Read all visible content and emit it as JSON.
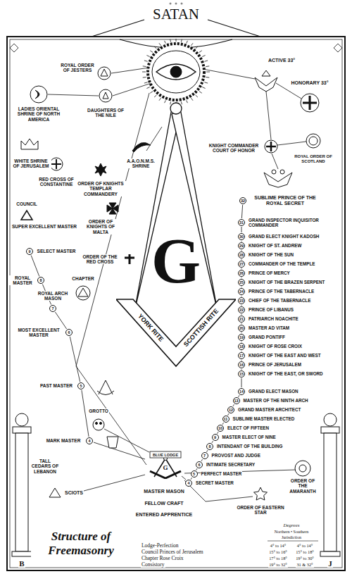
{
  "diagram": {
    "title": "Structure of Freemasonry",
    "nodes": [
      {
        "text": [
          "G",
          "YORK RITE",
          "SCOTTISH RITE"
        ]
      },
      {
        "text": [
          "BLUE LODGE",
          "G"
        ]
      }
    ],
    "labels": [
      "SATAN",
      "ACTIVE 33°",
      "HONORARY 33°",
      "KNIGHT COMMANDER COURT OF HONOR",
      "ROYAL ORDER OF SCOTLAND",
      "SUBLIME PRINCE OF THE ROYAL SECRET",
      "32",
      "GRAND INSPECTOR INQUISITOR COMMANDER",
      "31",
      "GRAND ELECT KNIGHT KADOSH",
      "30",
      "KNIGHT OF ST. ANDREW",
      "29",
      "KNIGHT OF THE SUN",
      "28",
      "COMMANDER OF THE TEMPLE",
      "27",
      "PRINCE OF MERCY",
      "26",
      "KNIGHT OF THE BRAZEN SERPENT",
      "25",
      "PRINCE OF THE TABERNACLE",
      "24",
      "CHIEF OF THE TABERNACLE",
      "23",
      "PRINCE OF LIBANUS",
      "22",
      "PATRIARCH NOACHITE",
      "21",
      "MASTER AD VITAM",
      "20",
      "GRAND PONTIFF",
      "19",
      "KNIGHT OF ROSE CROIX",
      "18",
      "KNIGHT OF THE EAST AND WEST",
      "17",
      "PRINCE OF JERUSALEM",
      "16",
      "KNIGHT OF THE EAST, OR SWORD",
      "15",
      "GRAND ELECT MASON",
      "14",
      "MASTER OF THE NINTH ARCH",
      "13",
      "GRAND MASTER ARCHITECT",
      "12",
      "SUBLIME MASTER ELECTED",
      "11",
      "ELECT OF FIFTEEN",
      "10",
      "MASTER ELECT OF NINE",
      "9",
      "INTENDANT OF THE BUILDING",
      "8",
      "PROVOST AND JUDGE",
      "7",
      "INTIMATE SECRETARY",
      "6",
      "PERFECT MASTER",
      "5",
      "SECRET MASTER",
      "4",
      "MASTER MASON",
      "FELLOW CRAFT",
      "ENTERED APPRENTICE",
      "MARK MASTER",
      "4",
      "PAST MASTER",
      "5",
      "MOST EXCELLENT MASTER",
      "6",
      "ROYAL ARCH MASON",
      "7",
      "ROYAL MASTER",
      "8",
      "SELECT MASTER",
      "9",
      "SUPER EXCELLENT MASTER",
      "CHAPTER",
      "COUNCIL",
      "ORDER OF THE RED CROSS",
      "ORDER OF KNIGHTS OF MALTA",
      "ORDER OF KNIGHTS TEMPLAR COMMANDERY",
      "A.A.O.N.M.S. SHRINE",
      "LADIES ORIENTAL SHRINE OF NORTH AMERICA",
      "ROYAL ORDER OF JESTERS",
      "DAUGHTERS OF THE NILE",
      "WHITE SHRINE OF JERUSALEM",
      "RED CROSS OF CONSTANTINE",
      "GROTTO",
      "TALL CEDARS OF LEBANON",
      "SCIOTS",
      "ORDER OF EASTERN STAR",
      "ORDER OF THE AMARANTH",
      "B",
      "J",
      "Degrees",
      "Northern • Southern",
      "Jurisdiction",
      "Lodge-Perfection",
      "4° to 14°",
      "4° to 14°",
      "Council Princes of Jerusalem",
      "15° to 16°",
      "15° to 18°",
      "Chapter Rose Croix",
      "17° to 18°",
      "19° to 30°",
      "Consistory",
      "19° to 32°",
      "31 & 32°"
    ]
  }
}
